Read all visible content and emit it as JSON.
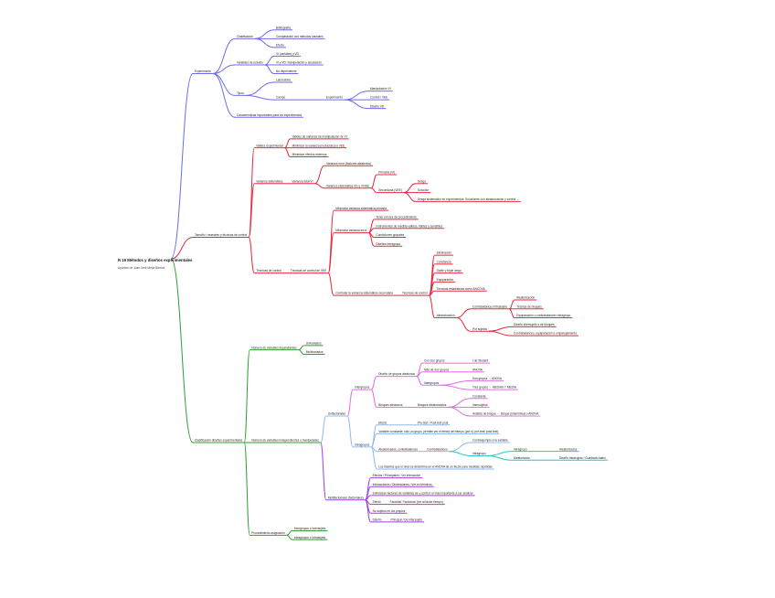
{
  "root": {
    "title": "R 19 Métodos y diseños experimentales",
    "subtitle": "Apuntes de Juan José Mejía Barrios"
  },
  "branches": [
    {
      "id": "exp",
      "label": "Experimento",
      "color": "#6b6bf2",
      "children": [
        {
          "label": "Clasificación",
          "children": [
            {
              "label": "Bibliografía"
            },
            {
              "label": "Comparación con métodos causales"
            },
            {
              "label": "Efecto"
            }
          ]
        },
        {
          "label": "Variables de estudio",
          "children": [
            {
              "label": "VI (variable) y VD"
            },
            {
              "label": "VI y VD: manipulación y asociación"
            },
            {
              "label": "No dependiente"
            }
          ]
        },
        {
          "label": "Tipos",
          "children": [
            {
              "label": "Laboratorio"
            },
            {
              "label": "Campo",
              "children": [
                {
                  "label": "Experimento",
                  "children": [
                    {
                      "label": "Manipulación VI"
                    },
                    {
                      "label": "Control / VEE"
                    },
                    {
                      "label": "Diseño VD"
                    }
                  ]
                }
              ]
            }
          ]
        },
        {
          "label": "Características importantes para los experimentos"
        }
      ]
    },
    {
      "id": "val",
      "label": "Tamaño / muestreo y técnicas de control",
      "color": "#e8283a",
      "children": [
        {
          "label": "Validez experimental",
          "children": [
            {
              "label": "Validez de varianza de manipulación de VI"
            },
            {
              "label": "Minimizar la varianza producida por VEE"
            },
            {
              "label": "Minimizar efectos externos"
            }
          ]
        },
        {
          "label": "Varianza sistemática",
          "children": [
            {
              "label": "Varianza total VI",
              "children": [
                {
                  "label": "Varianza error (factores aleatorios)"
                },
                {
                  "label": "Varianza sistemática VD y VIVEE",
                  "children": [
                    {
                      "label": "Primaria (VI)"
                    },
                    {
                      "label": "Secundaria (VEE)",
                      "children": [
                        {
                          "label": "Sesgo"
                        },
                        {
                          "label": "Solución"
                        },
                        {
                          "label": "Sesgo sistemático en experimentos: Soluciones con aleatorización y control ..."
                        }
                      ]
                    }
                  ]
                }
              ]
            }
          ]
        },
        {
          "label": "Técnicas de control",
          "children": [
            {
              "label": "Técnicas de control de VEE",
              "children": [
                {
                  "label": "Minimizar varianza sistemática primaria"
                },
                {
                  "label": "Minimizar varianza error",
                  "children": [
                    {
                      "label": "Tener errores de procedimiento"
                    },
                    {
                      "label": "Instrumentos de medida válidos, fiables y sensibles"
                    },
                    {
                      "label": "Condiciones grupales"
                    },
                    {
                      "label": "Diseños intragrupo"
                    }
                  ]
                },
                {
                  "label": "Controlar la varianza sistemática secundaria",
                  "children": [
                    {
                      "label": "Técnicas de control",
                      "children": [
                        {
                          "label": "Eliminación"
                        },
                        {
                          "label": "Constancia"
                        },
                        {
                          "label": "Doble y triple ciego"
                        },
                        {
                          "label": "Equiparación"
                        },
                        {
                          "label": "Técnicas estadísticas como ANCOVA"
                        },
                        {
                          "label": "Aleatorización",
                          "children": [
                            {
                              "label": "Contrabalanceo intrasujeto",
                              "children": [
                                {
                                  "label": "Aleatorización"
                                },
                                {
                                  "label": "Técnica de bloques"
                                },
                                {
                                  "label": "Equiparación o contrabalanceo intragrupo"
                                }
                              ]
                            },
                            {
                              "label": "Por sujetos",
                              "children": [
                                {
                                  "label": "Diseño intersujeto o de bloques"
                                },
                                {
                                  "label": "Contrabalanceo, equiparación o emparejamiento"
                                }
                              ]
                            }
                          ]
                        }
                      ]
                    }
                  ]
                }
              ]
            }
          ]
        }
      ]
    },
    {
      "id": "cls",
      "label": "Clasificación diseños experimentales",
      "color": "#2e9e2e",
      "children": [
        {
          "label": "Número de variables dependientes",
          "children": [
            {
              "label": "Univariados"
            },
            {
              "label": "Multivariados"
            }
          ]
        },
        {
          "label": "Número de variables independientes o manipuladas",
          "children": [
            {
              "label": "Unifactoriales",
              "color": "#8fbaf0",
              "children": [
                {
                  "label": "Intergrupos",
                  "color": "#e06ee0",
                  "children": [
                    {
                      "label": "Diseño de grupos aleatorios",
                      "children": [
                        {
                          "label": "Con dos grupos",
                          "children": [
                            {
                              "label": "t de Student"
                            }
                          ]
                        },
                        {
                          "label": "Más de dos grupos",
                          "children": [
                            {
                              "label": "ANOVA"
                            }
                          ]
                        },
                        {
                          "label": "Intergrupos",
                          "children": [
                            {
                              "label": "Dos grupos → ANOVA"
                            },
                            {
                              "label": "Tres grupos → MEDIAS Y MEDIA"
                            }
                          ]
                        }
                      ]
                    },
                    {
                      "label": "Bloques aleatorios",
                      "children": [
                        {
                          "label": "Bloques aleatorizados",
                          "children": [
                            {
                              "label": "Constante"
                            },
                            {
                              "label": "Intersujetos"
                            },
                            {
                              "label": "Análisis de bloque → bloque (intermitiva) o ANOVA"
                            }
                          ]
                        }
                      ]
                    }
                  ]
                },
                {
                  "label": "Intragrupos",
                  "color": "#8fbaf0",
                  "children": [
                    {
                      "label": "Efecto",
                      "children": [
                        {
                          "label": "Pre-test / Post-test post"
                        }
                      ]
                    },
                    {
                      "label": "Variable constante: sólo un grupo, permite ver el efecto del tiempo (por ej. pre-test/ post-test)"
                    },
                    {
                      "label": "Aleatorizados, contrabalanceo",
                      "children": [
                        {
                          "label": "Contrabalanceo",
                          "children": [
                            {
                              "label": "Contraejemplo a la variable"
                            },
                            {
                              "label": "Intragrupo",
                              "color": "#2cc4c4",
                              "children": [
                                {
                                  "label": "Intragrupo",
                                  "children": [
                                    {
                                      "label": "Aleatorizados"
                                    }
                                  ]
                                },
                                {
                                  "label": "Aleatorizado",
                                  "children": [
                                    {
                                      "label": "Diseño Intrasujeto / Cuadrado latino"
                                    }
                                  ]
                                }
                              ]
                            }
                          ]
                        }
                      ]
                    },
                    {
                      "label": "Los diseños que el nivel se determina en el ANOVA de un factor para medidas repetidas"
                    }
                  ]
                }
              ]
            },
            {
              "label": "Multifactoriales (factoriales)",
              "color": "#a33ee0",
              "children": [
                {
                  "label": "Efectos / Principales / Ver interacción"
                },
                {
                  "label": "Interacciones / Dimensiones / Ver en términos"
                },
                {
                  "label": "Entrelazan factores de variables de y control: el más importante a ser analizar"
                },
                {
                  "label": "Efecto",
                  "children": [
                    {
                      "label": "Factorial: Factorizar (ver al factor tiempo)"
                    }
                  ]
                },
                {
                  "label": "No sujetos en los propios"
                },
                {
                  "label": "Diseño",
                  "children": [
                    {
                      "label": "Principal / De intersujeto"
                    }
                  ]
                }
              ]
            }
          ]
        },
        {
          "label": "Procedimiento asignación",
          "children": [
            {
              "label": "Intergrupos o Intersujeto"
            },
            {
              "label": "Intragrupos o Intrasujeto"
            }
          ]
        }
      ]
    }
  ]
}
